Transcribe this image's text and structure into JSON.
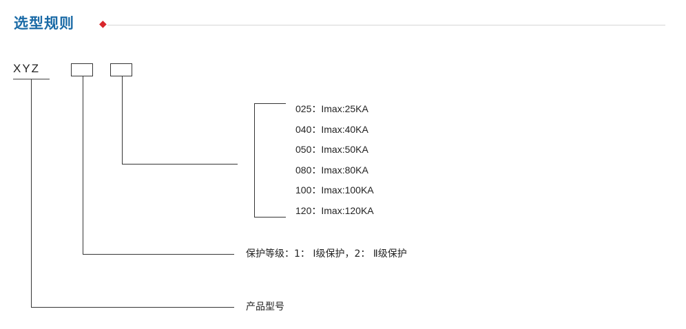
{
  "header": {
    "title": "选型规则",
    "accent_color": "#d8262c",
    "title_color": "#1a6aa6"
  },
  "model": {
    "prefix": "XYZ"
  },
  "current_options": [
    "025：Imax:25KA",
    "040：Imax:40KA",
    "050：Imax:50KA",
    "080：Imax:80KA",
    "100：Imax:100KA",
    "120：Imax:120KA"
  ],
  "labels": {
    "protection_level": "保护等级：1： Ⅰ级保护，2： Ⅱ级保护",
    "product_model": "产品型号"
  }
}
